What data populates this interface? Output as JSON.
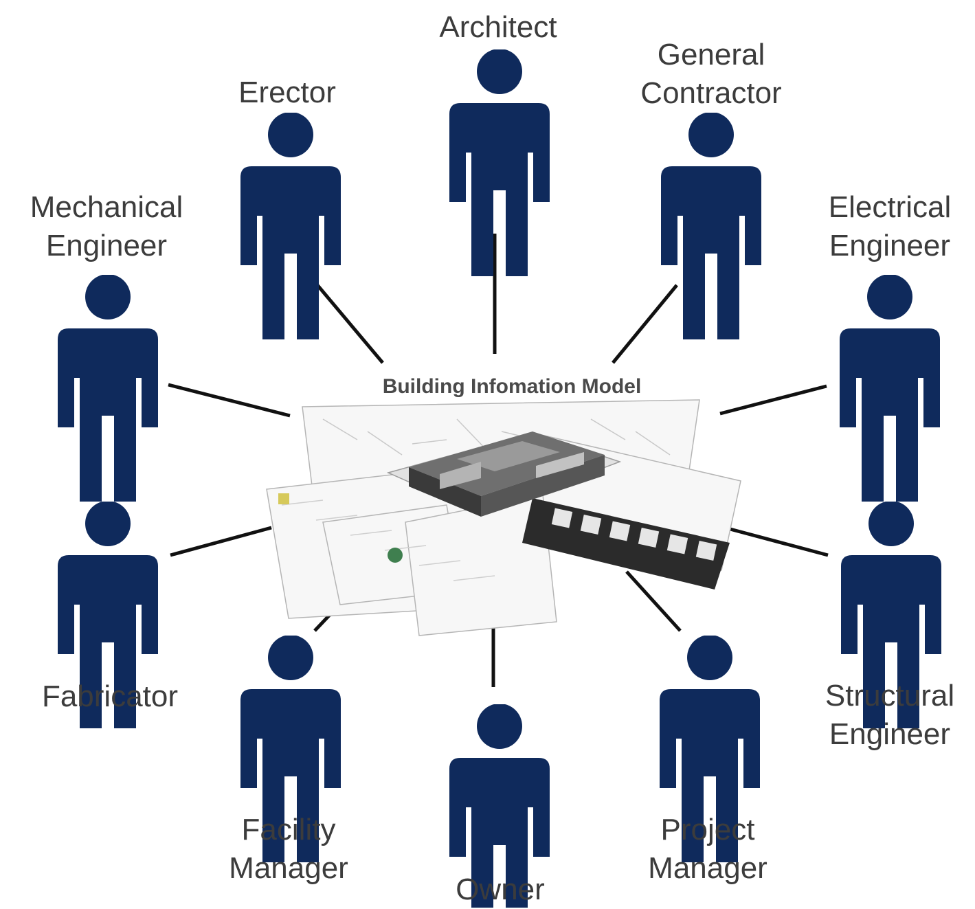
{
  "center": {
    "title": "Building Infomation Model",
    "image_icon": "building-model-collage-icon"
  },
  "colors": {
    "figure": "#0f2a5c",
    "connector": "#111111",
    "label": "#3c3c3c"
  },
  "roles": [
    {
      "id": "architect",
      "lines": [
        "Architect"
      ],
      "icon": "person-icon"
    },
    {
      "id": "general-contractor",
      "lines": [
        "General",
        "Contractor"
      ],
      "icon": "person-icon"
    },
    {
      "id": "erector",
      "lines": [
        "Erector"
      ],
      "icon": "person-icon"
    },
    {
      "id": "mechanical-engineer",
      "lines": [
        "Mechanical",
        "Engineer"
      ],
      "icon": "person-icon"
    },
    {
      "id": "electrical-engineer",
      "lines": [
        "Electrical",
        "Engineer"
      ],
      "icon": "person-icon"
    },
    {
      "id": "fabricator",
      "lines": [
        "Fabricator"
      ],
      "icon": "person-icon"
    },
    {
      "id": "structural-engineer",
      "lines": [
        "Structural",
        "Engineer"
      ],
      "icon": "person-icon"
    },
    {
      "id": "facility-manager",
      "lines": [
        "Facility",
        "Manager"
      ],
      "icon": "person-icon"
    },
    {
      "id": "owner",
      "lines": [
        "Owner"
      ],
      "icon": "person-icon"
    },
    {
      "id": "project-manager",
      "lines": [
        "Project",
        "Manager"
      ],
      "icon": "person-icon"
    }
  ]
}
